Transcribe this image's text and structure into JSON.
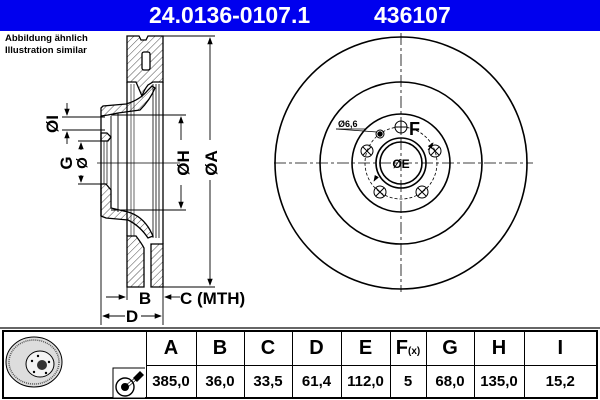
{
  "header": {
    "part_number": "24.0136-0107.1",
    "reference": "436107",
    "background": "#0000ee"
  },
  "note": {
    "line1": "Abbildung ähnlich",
    "line2": "Illustration similar"
  },
  "drawing": {
    "section_labels": {
      "I": "ØI",
      "G": "G",
      "G_dia": "Ø",
      "H": "ØH",
      "A": "ØA",
      "B": "B",
      "C": "C (MTH)",
      "D": "D"
    },
    "front_labels": {
      "hole": "Ø6,6",
      "F": "F",
      "E": "ØE"
    }
  },
  "table": {
    "icons": [
      "brake-disc-icon",
      "lubricant-spray-icon"
    ],
    "headers": [
      "A",
      "B",
      "C",
      "D",
      "E",
      "F",
      "G",
      "H",
      "I"
    ],
    "header_F_suffix": "(x)",
    "values": [
      "385,0",
      "36,0",
      "33,5",
      "61,4",
      "112,0",
      "5",
      "68,0",
      "135,0",
      "15,2"
    ]
  }
}
